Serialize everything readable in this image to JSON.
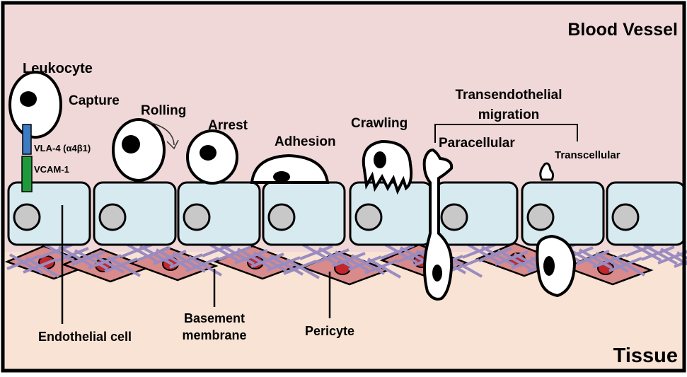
{
  "regions": {
    "vessel_label": "Blood Vessel",
    "tissue_label": "Tissue",
    "vessel_color": "#f0d8d8",
    "tissue_color": "#f9e3d4",
    "border_color": "#000000"
  },
  "cells": {
    "leukocyte_label": "Leukocyte",
    "endothelial_color": "#d6eaf0",
    "nucleus_color": "#c8c8c8",
    "pericyte_color": "#d98a8a",
    "pericyte_nucleus_color": "#c0282b",
    "membrane_fiber_color": "#9a8cc0"
  },
  "molecules": {
    "integrin_label": "VLA-4 (α4β1)",
    "integrin_color": "#3d7cc4",
    "ligand_label": "VCAM-1",
    "ligand_color": "#1e9a3c"
  },
  "steps": {
    "capture": "Capture",
    "rolling": "Rolling",
    "arrest": "Arrest",
    "adhesion": "Adhesion",
    "crawling": "Crawling",
    "transmigration_line1": "Transendothelial",
    "transmigration_line2": "migration",
    "paracellular": "Paracellular",
    "transcellular": "Transcellular"
  },
  "structures": {
    "endothelial_cell": "Endothelial cell",
    "basement_line1": "Basement",
    "basement_line2": "membrane",
    "pericyte": "Pericyte"
  }
}
